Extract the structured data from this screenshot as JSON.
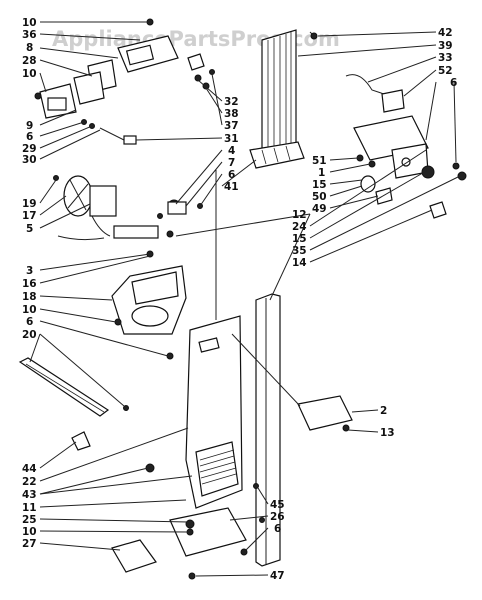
{
  "watermark": "AppliancePartsPros.com",
  "labels": {
    "l10a": "10",
    "l36": "36",
    "l8": "8",
    "l28": "28",
    "l10b": "10",
    "l9": "9",
    "l6a": "6",
    "l29": "29",
    "l30": "30",
    "l19": "19",
    "l17": "17",
    "l5": "5",
    "l3": "3",
    "l16": "16",
    "l18": "18",
    "l10c": "10",
    "l6b": "6",
    "l20": "20",
    "l44": "44",
    "l22": "22",
    "l43": "43",
    "l11": "11",
    "l25": "25",
    "l10d": "10",
    "l27": "27",
    "l42": "42",
    "l39": "39",
    "l33": "33",
    "l52": "52",
    "l6c": "6",
    "l32": "32",
    "l38": "38",
    "l37": "37",
    "l31": "31",
    "l4": "4",
    "l7": "7",
    "l6d": "6",
    "l41": "41",
    "l51": "51",
    "l1": "1",
    "l15a": "15",
    "l50": "50",
    "l49": "49",
    "l12": "12",
    "l24": "24",
    "l15b": "15",
    "l35": "35",
    "l14": "14",
    "l2": "2",
    "l13": "13",
    "l45": "45",
    "l26": "26",
    "l6e": "6",
    "l47": "47"
  }
}
